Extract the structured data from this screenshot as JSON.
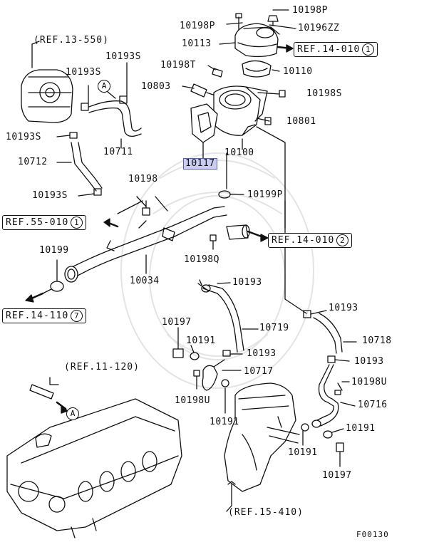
{
  "labels": {
    "p10198P": "10198P",
    "p10196ZZ": "10196ZZ",
    "p10198P_b": "10198P",
    "p10113": "10113",
    "p10198T": "10198T",
    "p10110": "10110",
    "p10803": "10803",
    "p10198S_r": "10198S",
    "p10801": "10801",
    "p10100": "10100",
    "p10117": "10117",
    "p10199P": "10199P",
    "p10193S_a": "10193S",
    "p10193S_b": "10193S",
    "p10193S_c": "10193S",
    "p10193S_d": "10193S",
    "p10711": "10711",
    "p10712": "10712",
    "p10198": "10198",
    "p10199": "10199",
    "p10034": "10034",
    "p10198Q": "10198Q",
    "p10193_a": "10193",
    "p10193_b": "10193",
    "p10193_c": "10193",
    "p10193_d": "10193",
    "p10197_a": "10197",
    "p10197_b": "10197",
    "p10191_a": "10191",
    "p10191_b": "10191",
    "p10191_c": "10191",
    "p10191_d": "10191",
    "p10719": "10719",
    "p10718": "10718",
    "p10717": "10717",
    "p10716": "10716",
    "p10198U_a": "10198U",
    "p10198U_b": "10198U"
  },
  "refs": {
    "ref_13_550": "(REF.13-550)",
    "ref_14_010_1": "REF.14-010",
    "ref_14_010_1_num": "1",
    "ref_55_010": "REF.55-010",
    "ref_55_010_num": "1",
    "ref_14_010_2": "REF.14-010",
    "ref_14_010_2_num": "2",
    "ref_14_110": "REF.14-110",
    "ref_14_110_num": "7",
    "ref_11_120": "(REF.11-120)",
    "ref_15_410": "(REF.15-410)"
  },
  "markers": {
    "a1": "A",
    "a2": "A"
  },
  "figure_code": "F00130",
  "colors": {
    "highlight": "#c9cdf0",
    "line": "#111111"
  }
}
